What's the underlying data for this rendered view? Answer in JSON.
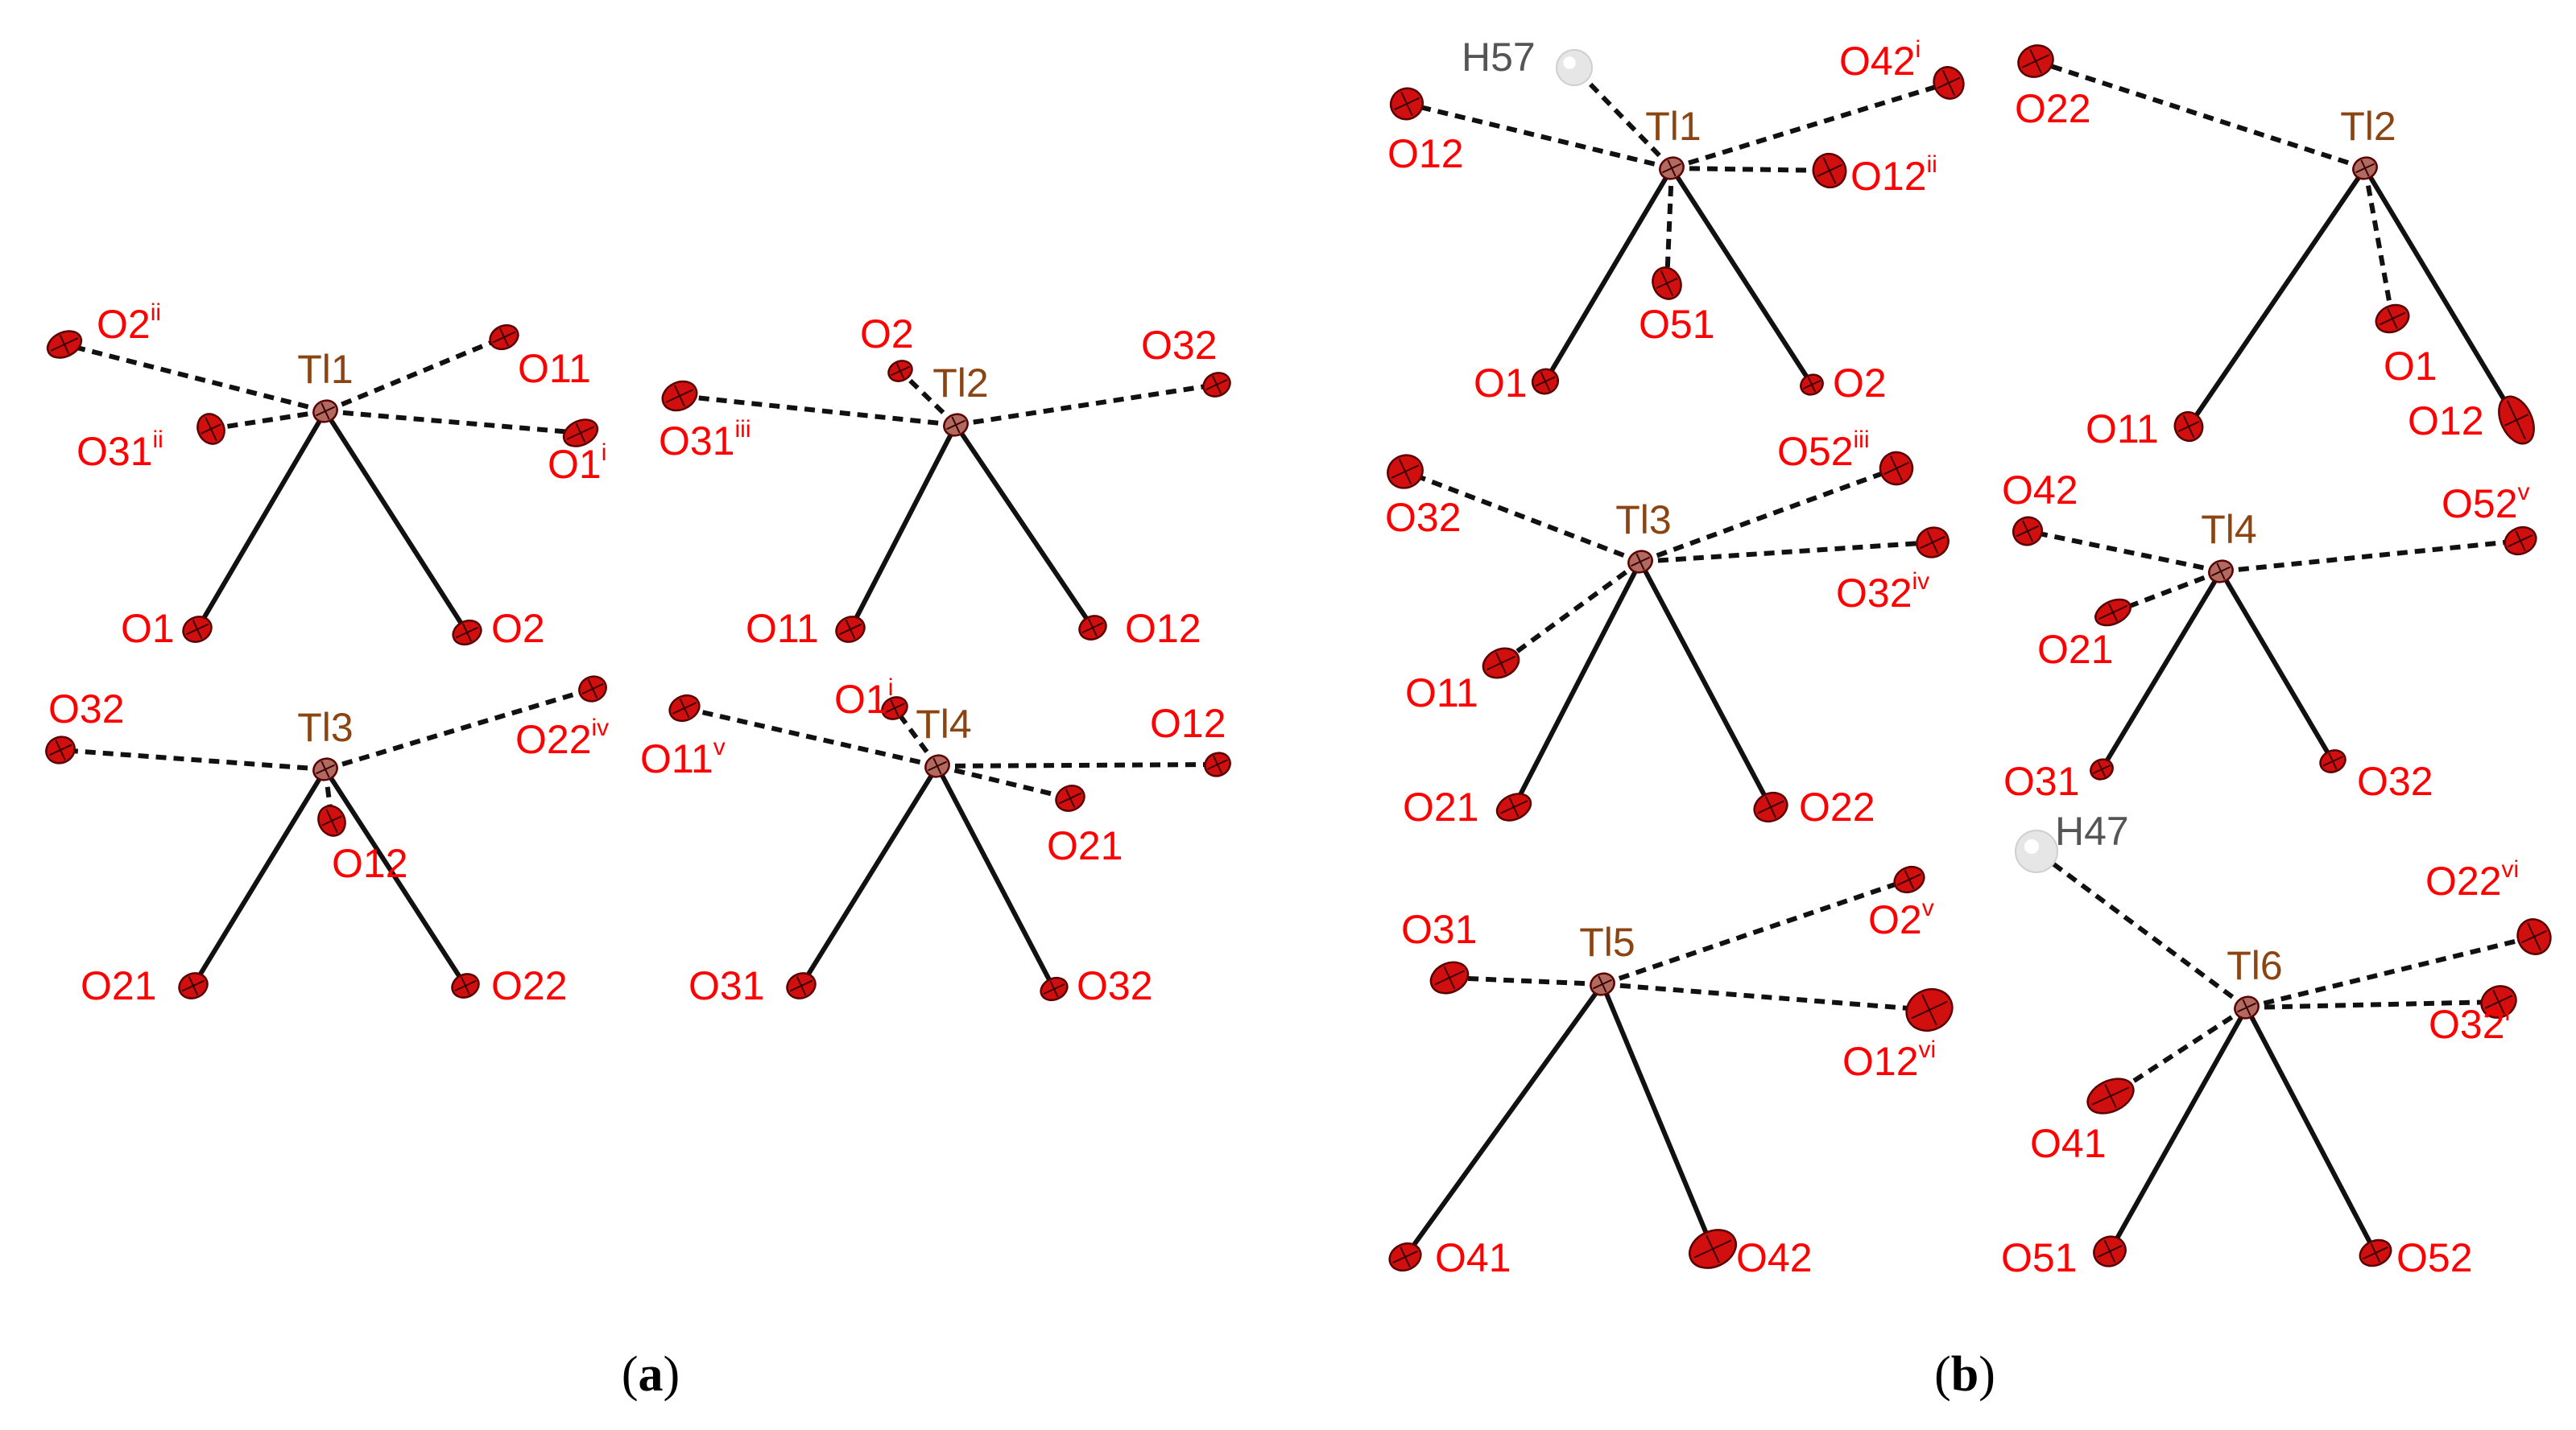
{
  "colors": {
    "oxygen": "#d10f0f",
    "oxygen_label": "#ff0000",
    "thallium": "#b06a60",
    "thallium_label": "#8b4513",
    "hydrogen": "#e6e6e6",
    "hydrogen_label": "#555555",
    "bond": "#111111"
  },
  "panels": [
    {
      "id": "a",
      "caption": {
        "open": "(",
        "letter": "a",
        "close": ")"
      },
      "fragments": [
        {
          "metal": "Tl1",
          "solid": [
            {
              "label": "O1",
              "sup": ""
            },
            {
              "label": "O2",
              "sup": ""
            }
          ],
          "dashed": [
            {
              "label": "O2",
              "sup": "ii"
            },
            {
              "label": "O31",
              "sup": "ii"
            },
            {
              "label": "O11",
              "sup": ""
            },
            {
              "label": "O1",
              "sup": "i"
            }
          ]
        },
        {
          "metal": "Tl2",
          "solid": [
            {
              "label": "O11",
              "sup": ""
            },
            {
              "label": "O12",
              "sup": ""
            }
          ],
          "dashed": [
            {
              "label": "O31",
              "sup": "iii"
            },
            {
              "label": "O2",
              "sup": ""
            },
            {
              "label": "O32",
              "sup": ""
            }
          ]
        },
        {
          "metal": "Tl3",
          "solid": [
            {
              "label": "O21",
              "sup": ""
            },
            {
              "label": "O22",
              "sup": ""
            }
          ],
          "dashed": [
            {
              "label": "O32",
              "sup": ""
            },
            {
              "label": "O12",
              "sup": ""
            },
            {
              "label": "O22",
              "sup": "iv"
            }
          ]
        },
        {
          "metal": "Tl4",
          "solid": [
            {
              "label": "O31",
              "sup": ""
            },
            {
              "label": "O32",
              "sup": ""
            }
          ],
          "dashed": [
            {
              "label": "O11",
              "sup": "v"
            },
            {
              "label": "O1",
              "sup": "i"
            },
            {
              "label": "O12",
              "sup": ""
            },
            {
              "label": "O21",
              "sup": ""
            }
          ]
        }
      ]
    },
    {
      "id": "b",
      "caption": {
        "open": "(",
        "letter": "b",
        "close": ")"
      },
      "fragments": [
        {
          "metal": "Tl1",
          "solid": [
            {
              "label": "O1",
              "sup": ""
            },
            {
              "label": "O2",
              "sup": ""
            }
          ],
          "dashed": [
            {
              "label": "H57",
              "sup": ""
            },
            {
              "label": "O12",
              "sup": ""
            },
            {
              "label": "O42",
              "sup": "i"
            },
            {
              "label": "O12",
              "sup": "ii"
            },
            {
              "label": "O51",
              "sup": ""
            }
          ]
        },
        {
          "metal": "Tl2",
          "solid": [
            {
              "label": "O11",
              "sup": ""
            },
            {
              "label": "O12",
              "sup": ""
            }
          ],
          "dashed": [
            {
              "label": "O22",
              "sup": ""
            },
            {
              "label": "O1",
              "sup": ""
            }
          ]
        },
        {
          "metal": "Tl3",
          "solid": [
            {
              "label": "O21",
              "sup": ""
            },
            {
              "label": "O22",
              "sup": ""
            }
          ],
          "dashed": [
            {
              "label": "O32",
              "sup": ""
            },
            {
              "label": "O52",
              "sup": "iii"
            },
            {
              "label": "O32",
              "sup": "iv"
            },
            {
              "label": "O11",
              "sup": ""
            }
          ]
        },
        {
          "metal": "Tl4",
          "solid": [
            {
              "label": "O31",
              "sup": ""
            },
            {
              "label": "O32",
              "sup": ""
            }
          ],
          "dashed": [
            {
              "label": "O42",
              "sup": ""
            },
            {
              "label": "O52",
              "sup": "v"
            },
            {
              "label": "O21",
              "sup": ""
            }
          ]
        },
        {
          "metal": "Tl5",
          "solid": [
            {
              "label": "O41",
              "sup": ""
            },
            {
              "label": "O42",
              "sup": ""
            }
          ],
          "dashed": [
            {
              "label": "O31",
              "sup": ""
            },
            {
              "label": "O2",
              "sup": "v"
            },
            {
              "label": "O12",
              "sup": "vi"
            }
          ]
        },
        {
          "metal": "Tl6",
          "solid": [
            {
              "label": "O51",
              "sup": ""
            },
            {
              "label": "O52",
              "sup": ""
            }
          ],
          "dashed": [
            {
              "label": "H47",
              "sup": ""
            },
            {
              "label": "O22",
              "sup": "vi"
            },
            {
              "label": "O32",
              "sup": "i"
            },
            {
              "label": "O41",
              "sup": ""
            }
          ]
        }
      ]
    }
  ]
}
